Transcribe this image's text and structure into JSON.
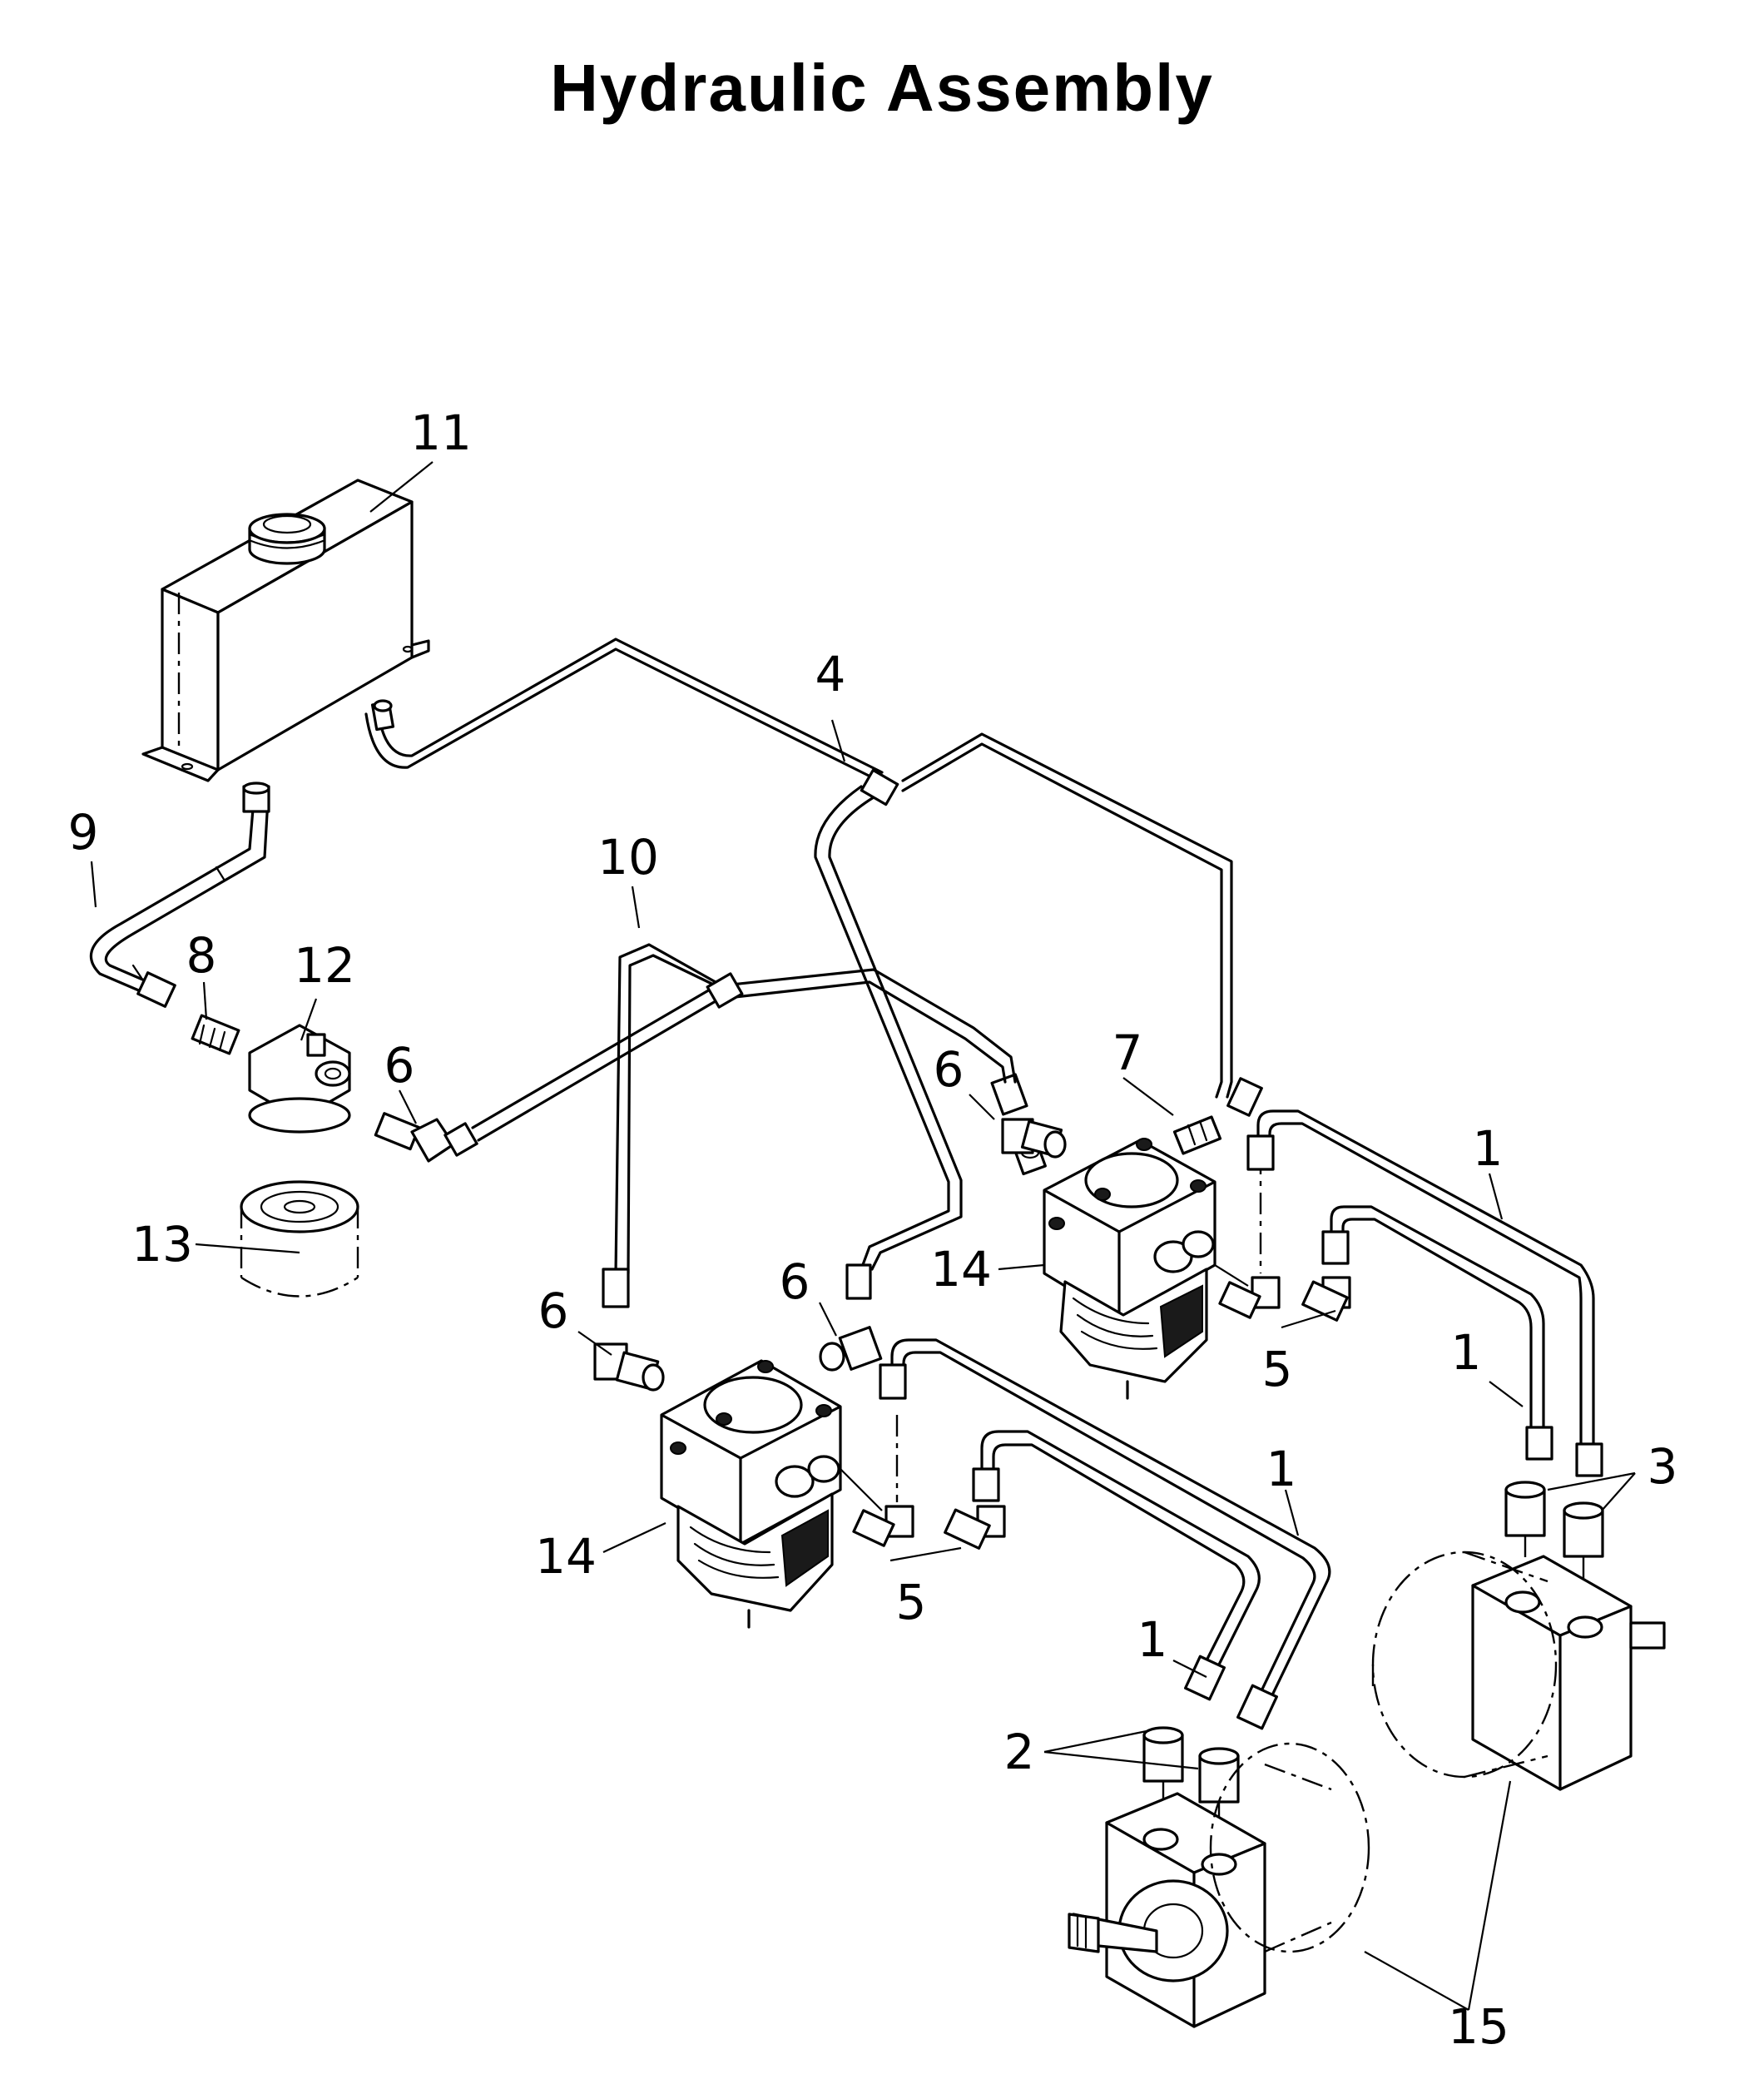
{
  "title": "Hydraulic Assembly",
  "callouts": [
    {
      "id": "c11",
      "label": "11"
    },
    {
      "id": "c4",
      "label": "4"
    },
    {
      "id": "c9",
      "label": "9"
    },
    {
      "id": "c10",
      "label": "10"
    },
    {
      "id": "c8",
      "label": "8"
    },
    {
      "id": "c12",
      "label": "12"
    },
    {
      "id": "c6a",
      "label": "6"
    },
    {
      "id": "c6b",
      "label": "6"
    },
    {
      "id": "c7",
      "label": "7"
    },
    {
      "id": "c1a",
      "label": "1"
    },
    {
      "id": "c13",
      "label": "13"
    },
    {
      "id": "c14a",
      "label": "14"
    },
    {
      "id": "c6c",
      "label": "6"
    },
    {
      "id": "c6d",
      "label": "6"
    },
    {
      "id": "c5a",
      "label": "5"
    },
    {
      "id": "c1b",
      "label": "1"
    },
    {
      "id": "c3",
      "label": "3"
    },
    {
      "id": "c14b",
      "label": "14"
    },
    {
      "id": "c1c",
      "label": "1"
    },
    {
      "id": "c5b",
      "label": "5"
    },
    {
      "id": "c1d",
      "label": "1"
    },
    {
      "id": "c2",
      "label": "2"
    },
    {
      "id": "c15",
      "label": "15"
    }
  ]
}
